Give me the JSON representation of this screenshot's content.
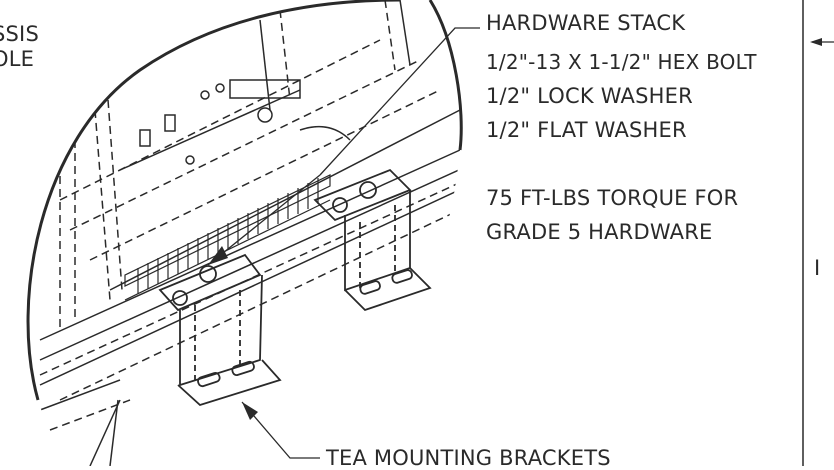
{
  "callouts": {
    "chassis_fragment": [
      "SSIS",
      "OLE"
    ],
    "hardware_stack": [
      "HARDWARE STACK",
      "1/2\"-13 X 1-1/2\" HEX BOLT",
      "1/2\" LOCK WASHER",
      "1/2\" FLAT WASHER"
    ],
    "torque": [
      "75 FT-LBS TORQUE FOR",
      "GRADE 5 HARDWARE"
    ],
    "brackets": "TEA MOUNTING BRACKETS",
    "right_fragment": "I"
  },
  "colors": {
    "line": "#2a2a2a",
    "background": "#ffffff"
  }
}
